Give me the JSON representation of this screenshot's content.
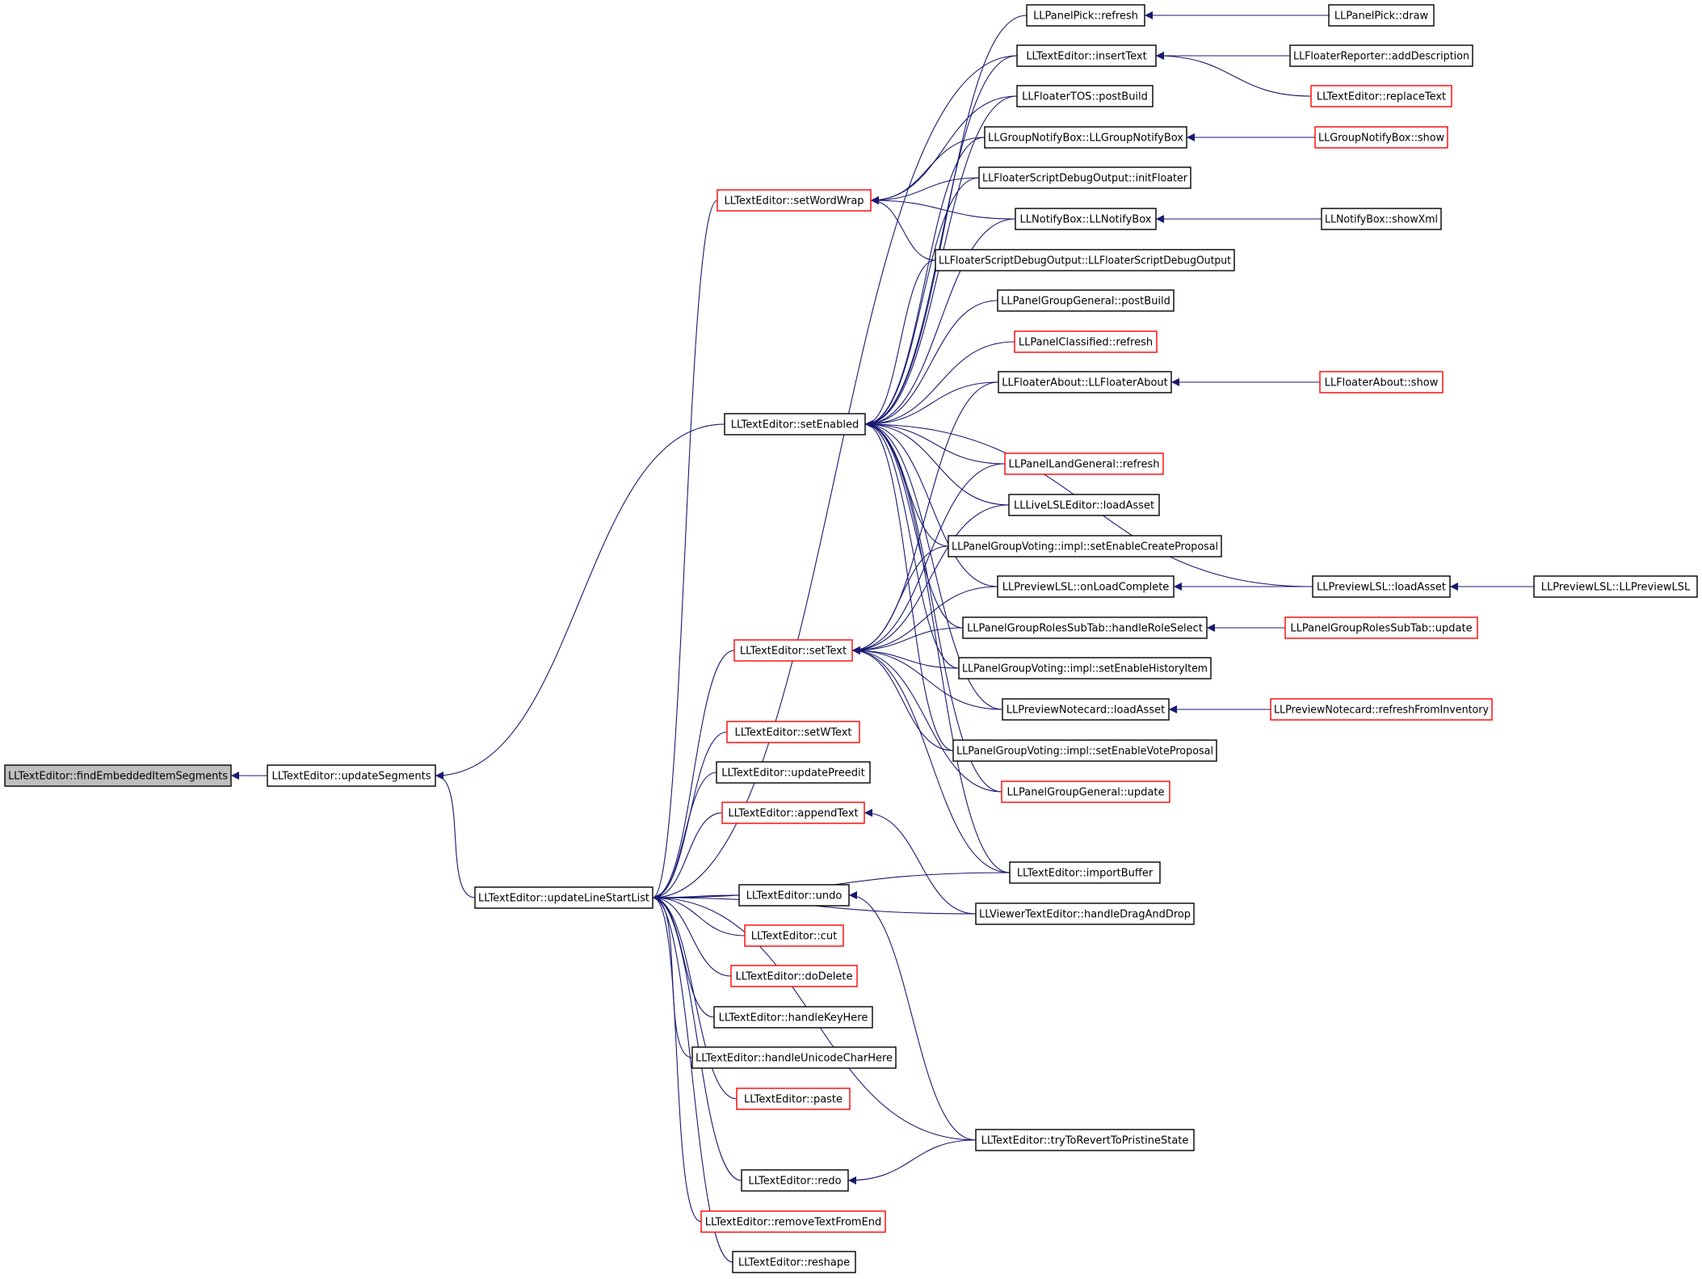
{
  "colors": {
    "edge": "#191970",
    "root_fill": "#bfbfbf",
    "border_normal": "#000000",
    "border_truncated": "#ff0000"
  },
  "nodes": [
    {
      "id": "findEmbedded",
      "label": "LLTextEditor::findEmbeddedItemSegments",
      "style": "root"
    },
    {
      "id": "updateSegments",
      "label": "LLTextEditor::updateSegments",
      "style": "normal"
    },
    {
      "id": "setEnabled",
      "label": "LLTextEditor::setEnabled",
      "style": "normal"
    },
    {
      "id": "updateLineStartList",
      "label": "LLTextEditor::updateLineStartList",
      "style": "normal"
    },
    {
      "id": "setWordWrap",
      "label": "LLTextEditor::setWordWrap",
      "style": "truncated"
    },
    {
      "id": "setText",
      "label": "LLTextEditor::setText",
      "style": "truncated"
    },
    {
      "id": "setWText",
      "label": "LLTextEditor::setWText",
      "style": "truncated"
    },
    {
      "id": "updatePreedit",
      "label": "LLTextEditor::updatePreedit",
      "style": "normal"
    },
    {
      "id": "appendText",
      "label": "LLTextEditor::appendText",
      "style": "truncated"
    },
    {
      "id": "undo",
      "label": "LLTextEditor::undo",
      "style": "normal"
    },
    {
      "id": "cut",
      "label": "LLTextEditor::cut",
      "style": "truncated"
    },
    {
      "id": "doDelete",
      "label": "LLTextEditor::doDelete",
      "style": "truncated"
    },
    {
      "id": "handleKeyHere",
      "label": "LLTextEditor::handleKeyHere",
      "style": "normal"
    },
    {
      "id": "handleUnicode",
      "label": "LLTextEditor::handleUnicodeCharHere",
      "style": "normal"
    },
    {
      "id": "paste",
      "label": "LLTextEditor::paste",
      "style": "truncated"
    },
    {
      "id": "redo",
      "label": "LLTextEditor::redo",
      "style": "normal"
    },
    {
      "id": "removeTextFromEnd",
      "label": "LLTextEditor::removeTextFromEnd",
      "style": "truncated"
    },
    {
      "id": "reshape",
      "label": "LLTextEditor::reshape",
      "style": "normal"
    },
    {
      "id": "panelPickRefresh",
      "label": "LLPanelPick::refresh",
      "style": "normal"
    },
    {
      "id": "insertText",
      "label": "LLTextEditor::insertText",
      "style": "normal"
    },
    {
      "id": "floaterTOS",
      "label": "LLFloaterTOS::postBuild",
      "style": "normal"
    },
    {
      "id": "groupNotifyBox",
      "label": "LLGroupNotifyBox::LLGroupNotifyBox",
      "style": "normal"
    },
    {
      "id": "scriptDebugInit",
      "label": "LLFloaterScriptDebugOutput::initFloater",
      "style": "normal"
    },
    {
      "id": "notifyBox",
      "label": "LLNotifyBox::LLNotifyBox",
      "style": "normal"
    },
    {
      "id": "scriptDebugCtor",
      "label": "LLFloaterScriptDebugOutput::LLFloaterScriptDebugOutput",
      "style": "normal"
    },
    {
      "id": "groupGeneralPostBuild",
      "label": "LLPanelGroupGeneral::postBuild",
      "style": "normal"
    },
    {
      "id": "classifiedRefresh",
      "label": "LLPanelClassified::refresh",
      "style": "truncated"
    },
    {
      "id": "floaterAbout",
      "label": "LLFloaterAbout::LLFloaterAbout",
      "style": "normal"
    },
    {
      "id": "landGeneralRefresh",
      "label": "LLPanelLandGeneral::refresh",
      "style": "truncated"
    },
    {
      "id": "liveLSLLoad",
      "label": "LLLiveLSLEditor::loadAsset",
      "style": "normal"
    },
    {
      "id": "votingCreate",
      "label": "LLPanelGroupVoting::impl::setEnableCreateProposal",
      "style": "normal"
    },
    {
      "id": "previewLSLOnLoad",
      "label": "LLPreviewLSL::onLoadComplete",
      "style": "normal"
    },
    {
      "id": "rolesHandle",
      "label": "LLPanelGroupRolesSubTab::handleRoleSelect",
      "style": "normal"
    },
    {
      "id": "votingHistory",
      "label": "LLPanelGroupVoting::impl::setEnableHistoryItem",
      "style": "normal"
    },
    {
      "id": "notecardLoad",
      "label": "LLPreviewNotecard::loadAsset",
      "style": "normal"
    },
    {
      "id": "votingVote",
      "label": "LLPanelGroupVoting::impl::setEnableVoteProposal",
      "style": "normal"
    },
    {
      "id": "groupGeneralUpdate",
      "label": "LLPanelGroupGeneral::update",
      "style": "truncated"
    },
    {
      "id": "importBuffer",
      "label": "LLTextEditor::importBuffer",
      "style": "normal"
    },
    {
      "id": "viewerDragDrop",
      "label": "LLViewerTextEditor::handleDragAndDrop",
      "style": "normal"
    },
    {
      "id": "tryToRevert",
      "label": "LLTextEditor::tryToRevertToPristineState",
      "style": "normal"
    },
    {
      "id": "panelPickDraw",
      "label": "LLPanelPick::draw",
      "style": "normal"
    },
    {
      "id": "reporterAddDesc",
      "label": "LLFloaterReporter::addDescription",
      "style": "normal"
    },
    {
      "id": "replaceText",
      "label": "LLTextEditor::replaceText",
      "style": "truncated"
    },
    {
      "id": "groupNotifyShow",
      "label": "LLGroupNotifyBox::show",
      "style": "truncated"
    },
    {
      "id": "notifyShowXml",
      "label": "LLNotifyBox::showXml",
      "style": "normal"
    },
    {
      "id": "floaterAboutShow",
      "label": "LLFloaterAbout::show",
      "style": "truncated"
    },
    {
      "id": "previewLSLLoad",
      "label": "LLPreviewLSL::loadAsset",
      "style": "normal"
    },
    {
      "id": "previewLSLCtor",
      "label": "LLPreviewLSL::LLPreviewLSL",
      "style": "normal"
    },
    {
      "id": "rolesUpdate",
      "label": "LLPanelGroupRolesSubTab::update",
      "style": "truncated"
    },
    {
      "id": "notecardRefresh",
      "label": "LLPreviewNotecard::refreshFromInventory",
      "style": "truncated"
    }
  ],
  "edges": [
    [
      "updateSegments",
      "findEmbedded"
    ],
    [
      "setEnabled",
      "updateSegments"
    ],
    [
      "updateLineStartList",
      "updateSegments"
    ],
    [
      "insertText",
      "updateLineStartList"
    ],
    [
      "setWordWrap",
      "updateLineStartList"
    ],
    [
      "setText",
      "updateLineStartList"
    ],
    [
      "setWText",
      "updateLineStartList"
    ],
    [
      "updatePreedit",
      "updateLineStartList"
    ],
    [
      "appendText",
      "updateLineStartList"
    ],
    [
      "undo",
      "updateLineStartList"
    ],
    [
      "cut",
      "updateLineStartList"
    ],
    [
      "doDelete",
      "updateLineStartList"
    ],
    [
      "handleKeyHere",
      "updateLineStartList"
    ],
    [
      "handleUnicode",
      "updateLineStartList"
    ],
    [
      "paste",
      "updateLineStartList"
    ],
    [
      "redo",
      "updateLineStartList"
    ],
    [
      "removeTextFromEnd",
      "updateLineStartList"
    ],
    [
      "reshape",
      "updateLineStartList"
    ],
    [
      "tryToRevert",
      "updateLineStartList"
    ],
    [
      "viewerDragDrop",
      "updateLineStartList"
    ],
    [
      "importBuffer",
      "updateLineStartList"
    ],
    [
      "panelPickRefresh",
      "setEnabled"
    ],
    [
      "insertText",
      "setEnabled"
    ],
    [
      "floaterTOS",
      "setEnabled"
    ],
    [
      "groupNotifyBox",
      "setEnabled"
    ],
    [
      "scriptDebugInit",
      "setEnabled"
    ],
    [
      "notifyBox",
      "setEnabled"
    ],
    [
      "scriptDebugCtor",
      "setEnabled"
    ],
    [
      "groupGeneralPostBuild",
      "setEnabled"
    ],
    [
      "classifiedRefresh",
      "setEnabled"
    ],
    [
      "floaterAbout",
      "setEnabled"
    ],
    [
      "previewLSLLoad",
      "setEnabled"
    ],
    [
      "landGeneralRefresh",
      "setEnabled"
    ],
    [
      "liveLSLLoad",
      "setEnabled"
    ],
    [
      "votingCreate",
      "setEnabled"
    ],
    [
      "previewLSLOnLoad",
      "setEnabled"
    ],
    [
      "rolesHandle",
      "setEnabled"
    ],
    [
      "votingHistory",
      "setEnabled"
    ],
    [
      "notecardLoad",
      "setEnabled"
    ],
    [
      "votingVote",
      "setEnabled"
    ],
    [
      "groupGeneralUpdate",
      "setEnabled"
    ],
    [
      "importBuffer",
      "setEnabled"
    ],
    [
      "floaterTOS",
      "setWordWrap"
    ],
    [
      "groupNotifyBox",
      "setWordWrap"
    ],
    [
      "scriptDebugInit",
      "setWordWrap"
    ],
    [
      "notifyBox",
      "setWordWrap"
    ],
    [
      "scriptDebugCtor",
      "setWordWrap"
    ],
    [
      "floaterAbout",
      "setText"
    ],
    [
      "landGeneralRefresh",
      "setText"
    ],
    [
      "liveLSLLoad",
      "setText"
    ],
    [
      "votingCreate",
      "setText"
    ],
    [
      "previewLSLOnLoad",
      "setText"
    ],
    [
      "rolesHandle",
      "setText"
    ],
    [
      "votingHistory",
      "setText"
    ],
    [
      "notecardLoad",
      "setText"
    ],
    [
      "votingVote",
      "setText"
    ],
    [
      "groupGeneralUpdate",
      "setText"
    ],
    [
      "importBuffer",
      "setText"
    ],
    [
      "viewerDragDrop",
      "appendText"
    ],
    [
      "tryToRevert",
      "undo"
    ],
    [
      "tryToRevert",
      "redo"
    ],
    [
      "panelPickDraw",
      "panelPickRefresh"
    ],
    [
      "reporterAddDesc",
      "insertText"
    ],
    [
      "replaceText",
      "insertText"
    ],
    [
      "groupNotifyShow",
      "groupNotifyBox"
    ],
    [
      "notifyShowXml",
      "notifyBox"
    ],
    [
      "floaterAboutShow",
      "floaterAbout"
    ],
    [
      "previewLSLLoad",
      "previewLSLOnLoad"
    ],
    [
      "previewLSLCtor",
      "previewLSLLoad"
    ],
    [
      "rolesUpdate",
      "rolesHandle"
    ],
    [
      "notecardRefresh",
      "notecardLoad"
    ]
  ]
}
